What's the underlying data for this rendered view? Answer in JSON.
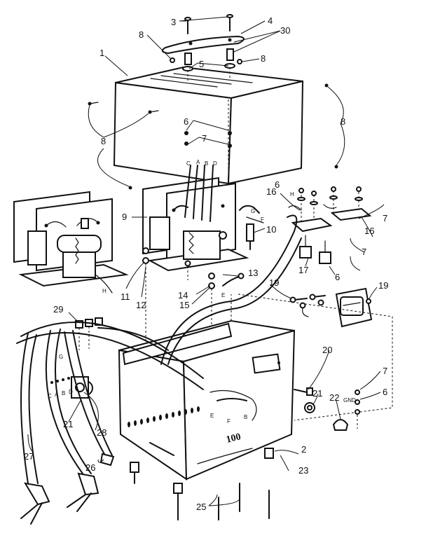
{
  "callouts": {
    "c1": "1",
    "c2": "2",
    "c3": "3",
    "c4": "4",
    "c5": "5",
    "c6a": "6",
    "c6b": "6",
    "c6c": "6",
    "c6d": "6",
    "c7a": "7",
    "c7b": "7",
    "c7c": "7",
    "c7d": "7",
    "c8a": "8",
    "c8b": "8",
    "c8c": "8",
    "c8d": "8",
    "c9": "9",
    "c10": "10",
    "c11": "11",
    "c12": "12",
    "c13": "13",
    "c14": "14",
    "c15": "15",
    "c16a": "16",
    "c16b": "16",
    "c17": "17",
    "c19a": "19",
    "c19b": "19",
    "c20": "20",
    "c21a": "21",
    "c21b": "21",
    "c22": "22",
    "c23": "23",
    "c25": "25",
    "c26": "26",
    "c27": "27",
    "c28": "28",
    "c29": "29",
    "c30": "30"
  },
  "wire_letters": {
    "c": "C",
    "a": "A",
    "b": "B",
    "d": "D",
    "h_left": "H",
    "h_bracket": "H",
    "g_diode": "G",
    "f_diode": "F",
    "e_lead": "E",
    "g_clip": "G",
    "sw_c": "C",
    "sw_a": "A",
    "sw_b": "B",
    "sw_d": "D",
    "base_e": "E",
    "base_f": "F",
    "base_b": "B"
  },
  "labels": {
    "gnd": "GND",
    "brand": "100"
  }
}
